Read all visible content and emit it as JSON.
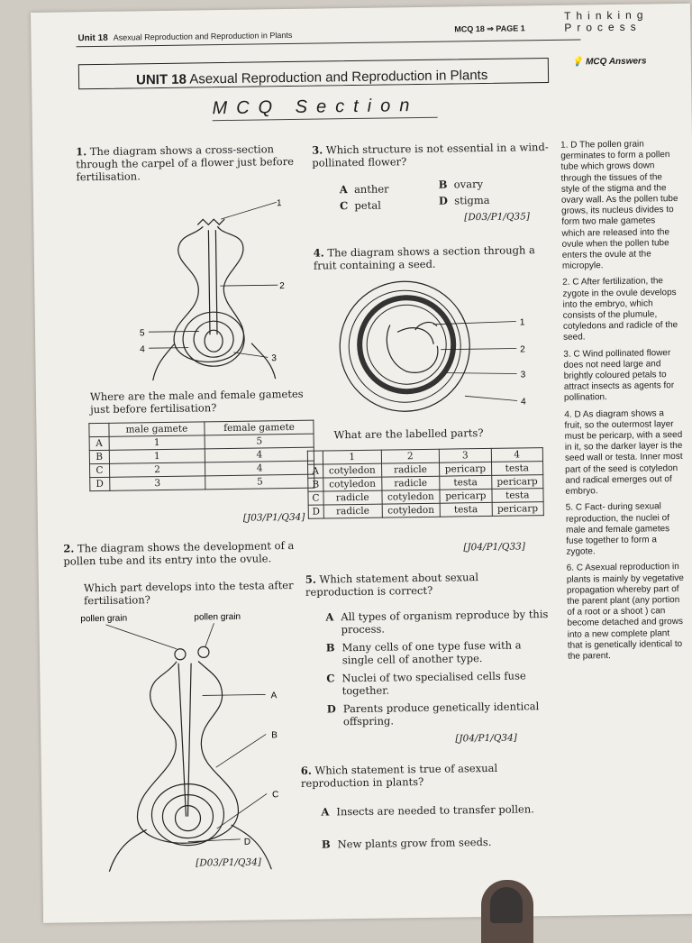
{
  "header": {
    "unit_number": "Unit 18",
    "unit_subtitle": "Asexual Reproduction and Reproduction in Plants",
    "mcq_page": "MCQ 18 ⇒ PAGE 1",
    "brand_top": "Thinking",
    "brand_bottom": "Process",
    "mcq_answers": "MCQ Answers"
  },
  "unit_heading": {
    "unit": "UNIT 18",
    "title": "Asexual Reproduction and Reproduction in Plants"
  },
  "section_title": "MCQ Section",
  "q1": {
    "number": "1.",
    "text": "The diagram shows a cross-section through the carpel of a flower just before fertilisation.",
    "labels": [
      "1",
      "2",
      "3",
      "4",
      "5"
    ],
    "question": "Where are the male and female gametes just before fertilisation?",
    "table": {
      "headers": [
        "",
        "male gamete",
        "female gamete"
      ],
      "rows": [
        [
          "A",
          "1",
          "5"
        ],
        [
          "B",
          "1",
          "4"
        ],
        [
          "C",
          "2",
          "4"
        ],
        [
          "D",
          "3",
          "5"
        ]
      ]
    },
    "ref": "[J03/P1/Q34]"
  },
  "q2": {
    "number": "2.",
    "text": "The diagram shows the development of a pollen tube and its entry into the ovule.",
    "question": "Which part develops into the testa after fertilisation?",
    "labels": {
      "pollen1": "pollen grain",
      "pollen2": "pollen grain",
      "a": "A",
      "b": "B",
      "c": "C",
      "d": "D"
    },
    "ref": "[D03/P1/Q34]"
  },
  "q3": {
    "number": "3.",
    "text": "Which structure is not essential in a wind-pollinated flower?",
    "options": [
      {
        "letter": "A",
        "text": "anther"
      },
      {
        "letter": "B",
        "text": "ovary"
      },
      {
        "letter": "C",
        "text": "petal"
      },
      {
        "letter": "D",
        "text": "stigma"
      }
    ],
    "ref": "[D03/P1/Q35]"
  },
  "q4": {
    "number": "4.",
    "text": "The diagram shows a section through a fruit containing a seed.",
    "labels": [
      "1",
      "2",
      "3",
      "4"
    ],
    "question": "What are the labelled parts?",
    "table": {
      "headers": [
        "",
        "1",
        "2",
        "3",
        "4"
      ],
      "rows": [
        [
          "A",
          "cotyledon",
          "radicle",
          "pericarp",
          "testa"
        ],
        [
          "B",
          "cotyledon",
          "radicle",
          "testa",
          "pericarp"
        ],
        [
          "C",
          "radicle",
          "cotyledon",
          "pericarp",
          "testa"
        ],
        [
          "D",
          "radicle",
          "cotyledon",
          "testa",
          "pericarp"
        ]
      ]
    },
    "ref": "[J04/P1/Q33]"
  },
  "q5": {
    "number": "5.",
    "text": "Which statement about sexual reproduction is correct?",
    "options": [
      {
        "letter": "A",
        "text": "All types of organism reproduce by this process."
      },
      {
        "letter": "B",
        "text": "Many cells of one type fuse with a single cell of another type."
      },
      {
        "letter": "C",
        "text": "Nuclei of two specialised cells fuse together."
      },
      {
        "letter": "D",
        "text": "Parents produce genetically identical offspring."
      }
    ],
    "ref": "[J04/P1/Q34]"
  },
  "q6": {
    "number": "6.",
    "text": "Which statement is true of asexual reproduction in plants?",
    "options": [
      {
        "letter": "A",
        "text": "Insects are needed to transfer pollen."
      },
      {
        "letter": "B",
        "text": "New plants grow from seeds."
      }
    ]
  },
  "answers": [
    "1. D The pollen grain germinates to form a pollen tube which grows down through the tissues of the style of the stigma and the ovary wall. As the pollen tube grows, its nucleus divides to form two male gametes which are released into the ovule when the pollen tube enters the ovule at the micropyle.",
    "2. C After fertilization, the zygote in the ovule develops into the embryo, which consists of the plumule, cotyledons and radicle of the seed.",
    "3. C Wind pollinated flower does not need large and brightly coloured petals to attract insects as agents for pollination.",
    "4. D As diagram shows a fruit, so the outermost layer must be pericarp, with a seed in it, so the darker layer is the seed wall or testa. Inner most part of the seed is cotyledon and radical emerges out of embryo.",
    "5. C Fact- during sexual reproduction, the nuclei of male and female gametes fuse together to form a zygote.",
    "6. C Asexual reproduction in plants is mainly by vegetative propagation whereby part of the parent plant (any portion of a root or a shoot ) can become detached and grows into a new complete plant that is genetically identical to the parent."
  ]
}
